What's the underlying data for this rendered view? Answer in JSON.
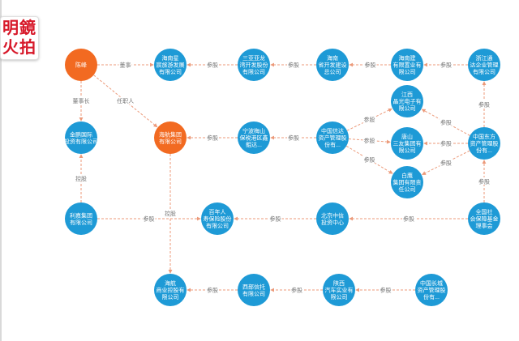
{
  "watermark": {
    "glyphs": [
      "明",
      "鏡",
      "火",
      "拍"
    ]
  },
  "colors": {
    "person": "#f26a21",
    "company": "#1e9ad6",
    "edge": "#ec9a7a"
  },
  "nodes": [
    {
      "id": "chenfeng",
      "label": [
        "陈峰"
      ],
      "kind": "person"
    },
    {
      "id": "hnxdjc",
      "label": [
        "海南星",
        "宸旅游发展",
        "有限公司"
      ],
      "kind": "company"
    },
    {
      "id": "syyl",
      "label": [
        "三亚亚龙",
        "湾开发股份",
        "有限公司"
      ],
      "kind": "company"
    },
    {
      "id": "hnskf",
      "label": [
        "海南",
        "省开发建设",
        "总公司"
      ],
      "kind": "company"
    },
    {
      "id": "hnjt",
      "label": [
        "海南建",
        "有限置业有",
        "限公司"
      ],
      "kind": "company"
    },
    {
      "id": "zjtd",
      "label": [
        "浙江通",
        "达企业管理",
        "有限公司"
      ],
      "kind": "company"
    },
    {
      "id": "jyjt",
      "label": [
        "金鹏国际",
        "投资有限公司"
      ],
      "kind": "company"
    },
    {
      "id": "hnhjt",
      "label": [
        "海航集团",
        "有限公司"
      ],
      "kind": "person"
    },
    {
      "id": "nbms",
      "label": [
        "宁波梅山",
        "保税港区鑫",
        "鲲达..."
      ],
      "kind": "company"
    },
    {
      "id": "zgxd",
      "label": [
        "中国信达",
        "资产管理股",
        "份有..."
      ],
      "kind": "company"
    },
    {
      "id": "jxjg",
      "label": [
        "江西",
        "晶光电子有",
        "限公司"
      ],
      "kind": "company"
    },
    {
      "id": "tssy",
      "label": [
        "唐山",
        "三友集团有",
        "限公司"
      ],
      "kind": "company"
    },
    {
      "id": "bxjt",
      "label": [
        "白鹰",
        "集团有限责",
        "任公司"
      ],
      "kind": "company"
    },
    {
      "id": "zgdf",
      "label": [
        "中国东方",
        "资产管理股",
        "份有..."
      ],
      "kind": "company"
    },
    {
      "id": "lyjt",
      "label": [
        "利嘉集团",
        "有限公司"
      ],
      "kind": "company"
    },
    {
      "id": "bnrs",
      "label": [
        "百年人",
        "寿保险股份",
        "有限公司"
      ],
      "kind": "company"
    },
    {
      "id": "bjzx",
      "label": [
        "北京中信",
        "投资中心"
      ],
      "kind": "company"
    },
    {
      "id": "qgsh",
      "label": [
        "全国社",
        "会保障基金",
        "理事会"
      ],
      "kind": "company"
    },
    {
      "id": "hhsy",
      "label": [
        "海航",
        "商业控股有",
        "限公司"
      ],
      "kind": "company"
    },
    {
      "id": "xbyx",
      "label": [
        "西部信托",
        "有限公司"
      ],
      "kind": "company"
    },
    {
      "id": "sxqc",
      "label": [
        "陕西",
        "汽车实业有",
        "限公司"
      ],
      "kind": "company"
    },
    {
      "id": "zgcc",
      "label": [
        "中国长城",
        "资产管理股",
        "份有..."
      ],
      "kind": "company"
    }
  ],
  "edges": [
    {
      "from": "chenfeng",
      "to": "hnxdjc",
      "label": "董事"
    },
    {
      "from": "syyl",
      "to": "hnxdjc",
      "label": "参股"
    },
    {
      "from": "hnskf",
      "to": "syyl",
      "label": "参股"
    },
    {
      "from": "hnjt",
      "to": "hnskf",
      "label": "参股"
    },
    {
      "from": "zjtd",
      "to": "hnjt",
      "label": "参股"
    },
    {
      "from": "chenfeng",
      "to": "jyjt",
      "label": "董事长"
    },
    {
      "from": "chenfeng",
      "to": "hnhjt",
      "label": "任职人"
    },
    {
      "from": "nbms",
      "to": "hnhjt",
      "label": "参股"
    },
    {
      "from": "zgxd",
      "to": "nbms",
      "label": "参股"
    },
    {
      "from": "zgxd",
      "to": "jxjg",
      "label": "参股"
    },
    {
      "from": "zgxd",
      "to": "tssy",
      "label": "参股"
    },
    {
      "from": "zgxd",
      "to": "bxjt",
      "label": "参股"
    },
    {
      "from": "zgdf",
      "to": "jxjg",
      "label": "参股"
    },
    {
      "from": "zgdf",
      "to": "tssy",
      "label": "参股"
    },
    {
      "from": "zgdf",
      "to": "bxjt",
      "label": "参股"
    },
    {
      "from": "zgdf",
      "to": "zjtd",
      "label": "参股"
    },
    {
      "from": "lyjt",
      "to": "jyjt",
      "label": "控股"
    },
    {
      "from": "lyjt",
      "to": "bnrs",
      "label": "参股"
    },
    {
      "from": "bjzx",
      "to": "bnrs",
      "label": "参股"
    },
    {
      "from": "qgsh",
      "to": "bjzx",
      "label": "参股"
    },
    {
      "from": "qgsh",
      "to": "zgdf",
      "label": "参股"
    },
    {
      "from": "hnhjt",
      "to": "hhsy",
      "label": "控股"
    },
    {
      "from": "xbyx",
      "to": "hhsy",
      "label": "参股"
    },
    {
      "from": "sxqc",
      "to": "xbyx",
      "label": "参股"
    },
    {
      "from": "zgcc",
      "to": "sxqc",
      "label": "参股"
    }
  ]
}
